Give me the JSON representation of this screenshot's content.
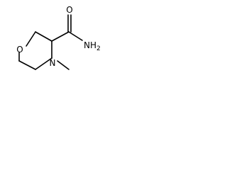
{
  "molecule": {
    "atoms": {
      "oxygen_ring": "O",
      "nitrogen_ring": "N",
      "carbonyl_oxygen": "O",
      "amide_nitrogen": "NH",
      "amide_subscript": "2"
    }
  },
  "colors": {
    "bond": "#000000",
    "background": "#ffffff"
  }
}
